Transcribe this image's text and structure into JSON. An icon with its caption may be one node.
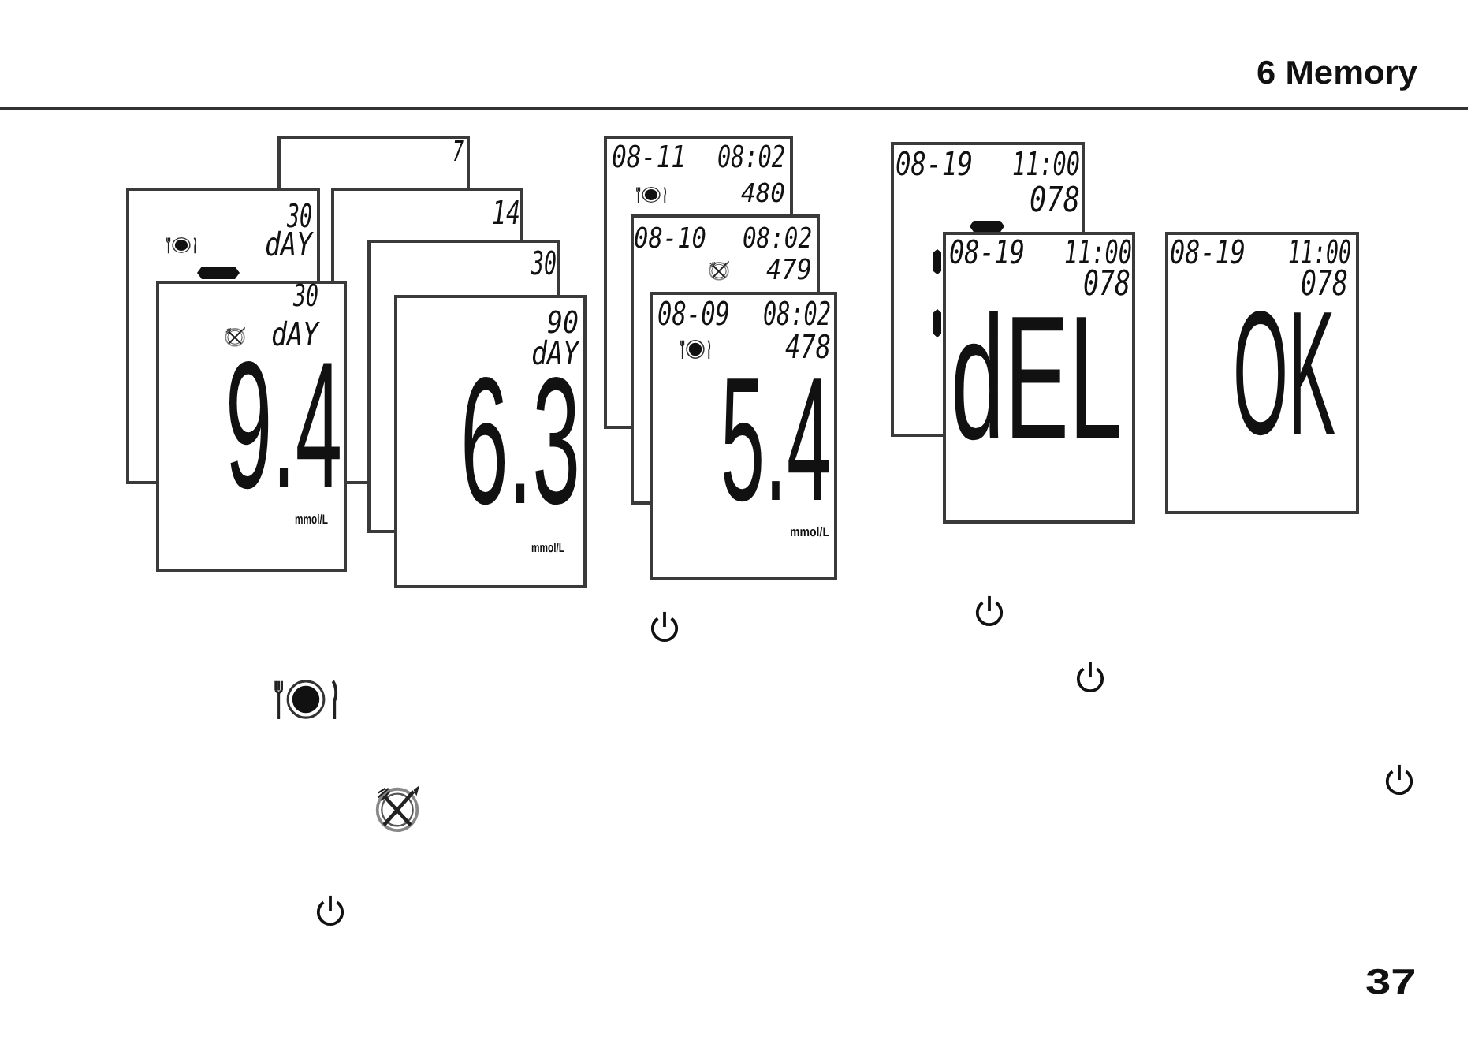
{
  "diagram": {
    "title": "6 Memory",
    "nodes": [
      {
        "text": [
          "7"
        ]
      },
      {
        "text": [
          "30",
          "dAY"
        ]
      },
      {
        "text": [
          "30",
          "dAY",
          "9.4",
          "mmol/L"
        ]
      },
      {
        "text": [
          "14"
        ]
      },
      {
        "text": [
          "30"
        ]
      },
      {
        "text": [
          "90",
          "dAY",
          "6.3",
          "mmol/L"
        ]
      },
      {
        "text": [
          "08-11",
          "08:02",
          "480"
        ]
      },
      {
        "text": [
          "08-10",
          "08:02",
          "479"
        ]
      },
      {
        "text": [
          "08-09",
          "08:02",
          "478",
          "5.4",
          "mmol/L"
        ]
      },
      {
        "text": [
          "08-19",
          "11:00",
          "078"
        ]
      },
      {
        "text": [
          "08-19",
          "11:00",
          "078",
          "dEL"
        ]
      },
      {
        "text": [
          "08-19",
          "11:00",
          "078",
          "OK"
        ]
      }
    ],
    "labels": [
      "37"
    ]
  }
}
